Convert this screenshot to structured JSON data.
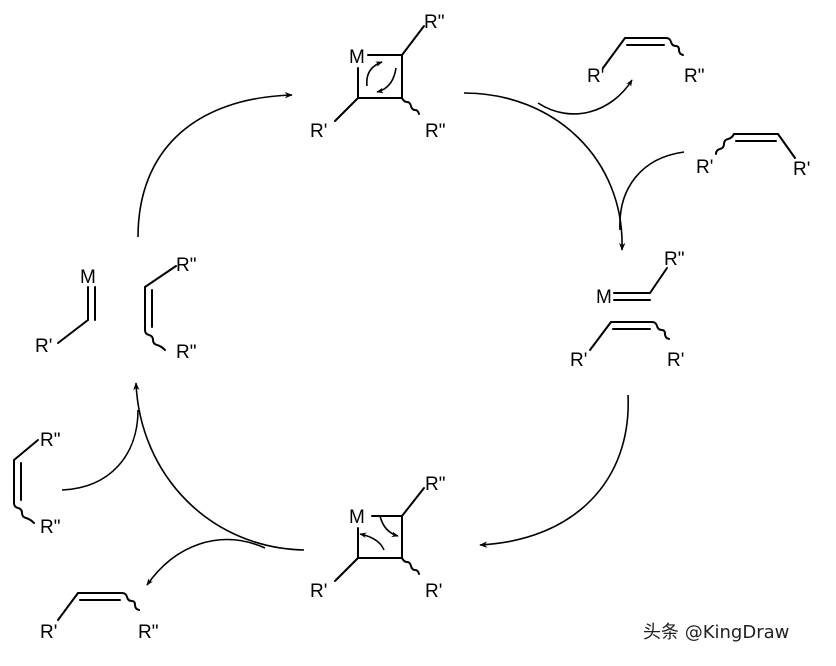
{
  "metal": "M",
  "substituent_1": "R'",
  "substituent_2": "R\"",
  "watermark": "头条 @KingDraw"
}
